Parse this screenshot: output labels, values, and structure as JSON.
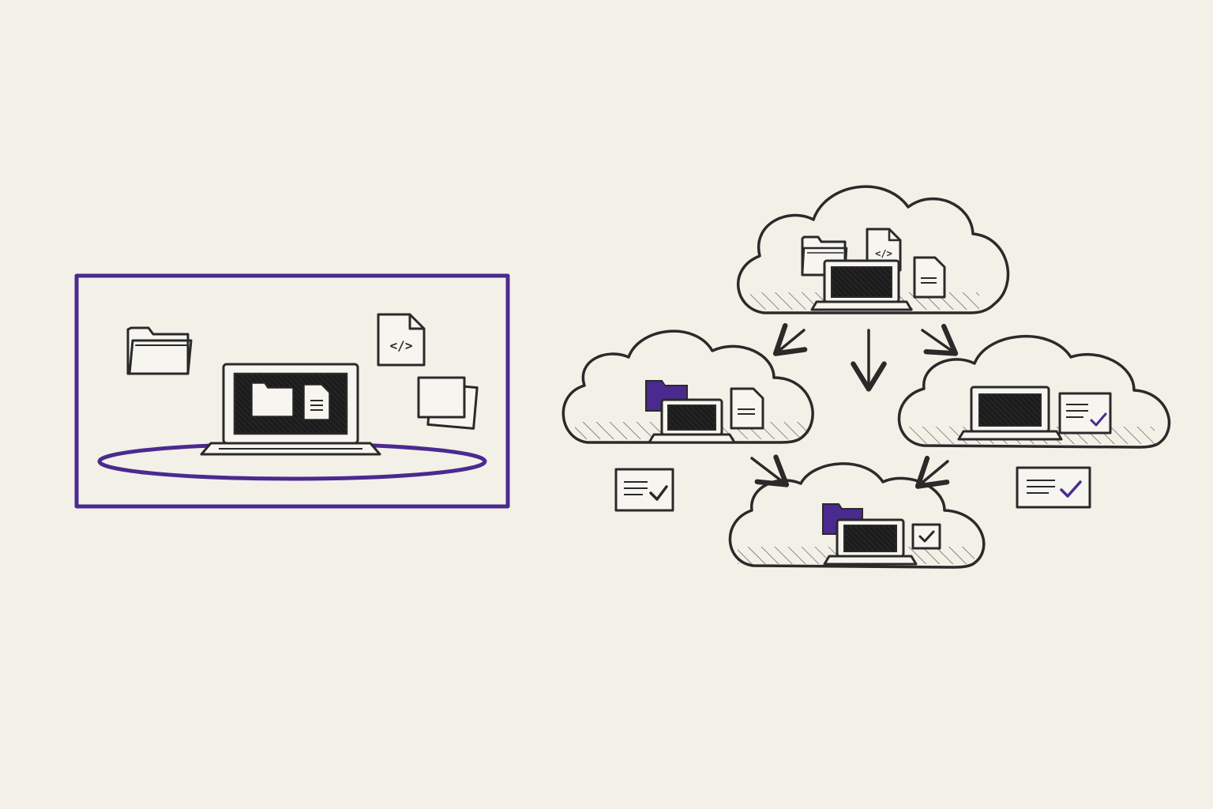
{
  "colors": {
    "paper": "#f3f0e8",
    "ink": "#2a2a2a",
    "accent": "#4b2a8f",
    "screen": "#1c1c1c"
  },
  "left_panel": {
    "frame_color": "#4b2a8f",
    "icons": [
      "folder-icon",
      "code-file-icon",
      "stacked-files-icon",
      "laptop-icon"
    ],
    "laptop_screen_icons": [
      "folder-icon",
      "document-icon"
    ],
    "code_tag": "</>"
  },
  "right_diagram": {
    "clouds": [
      {
        "id": "top",
        "icons": [
          "folder-icon",
          "code-file-icon",
          "document-icon",
          "laptop-icon"
        ],
        "code_tag": "</>"
      },
      {
        "id": "left",
        "icons": [
          "purple-folder-icon",
          "document-icon",
          "laptop-icon"
        ]
      },
      {
        "id": "right",
        "icons": [
          "laptop-icon",
          "checked-document-icon"
        ]
      },
      {
        "id": "bottom",
        "icons": [
          "purple-folder-icon",
          "laptop-icon",
          "check-badge-icon"
        ]
      }
    ],
    "arrows": [
      "top-to-left",
      "top-down",
      "top-to-right",
      "left-to-bottom",
      "right-to-bottom"
    ],
    "floating_cards": [
      "checked-card-left",
      "checked-card-right"
    ]
  }
}
